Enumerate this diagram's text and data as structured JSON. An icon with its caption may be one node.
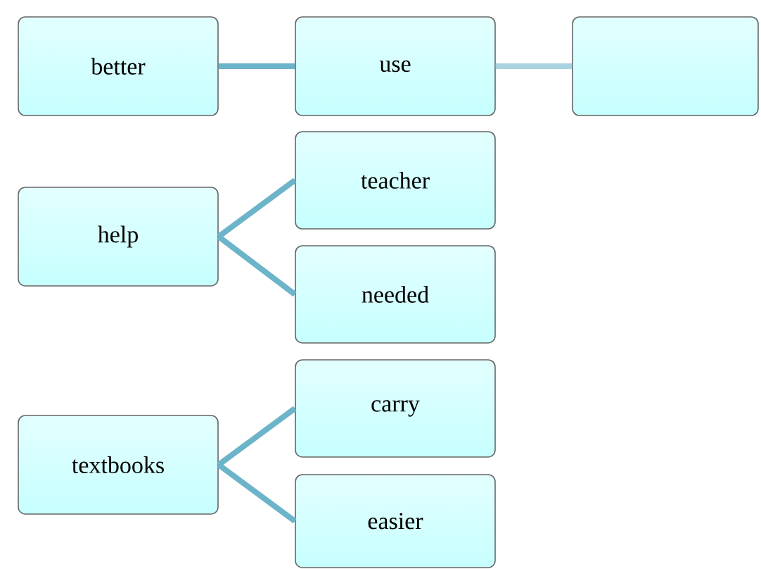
{
  "diagram": {
    "nodes": [
      {
        "text": [
          "better"
        ]
      },
      {
        "text": [
          "use"
        ]
      },
      {
        "text": [],
        "shape": "box"
      },
      {
        "text": [
          "help"
        ]
      },
      {
        "text": [
          "teacher"
        ]
      },
      {
        "text": [
          "needed"
        ]
      },
      {
        "text": [
          "textbooks"
        ]
      },
      {
        "text": [
          "carry"
        ]
      },
      {
        "text": [
          "easier"
        ]
      }
    ],
    "edges": [
      {
        "from": 0,
        "to": 1,
        "arrow": "none"
      },
      {
        "from": 1,
        "to": 2,
        "arrow": "none",
        "color": "#a9d3e0"
      },
      {
        "from": 3,
        "to": 4,
        "arrow": "none"
      },
      {
        "from": 3,
        "to": 5,
        "arrow": "none"
      },
      {
        "from": 6,
        "to": 7,
        "arrow": "none"
      },
      {
        "from": 6,
        "to": 8,
        "arrow": "none"
      }
    ]
  }
}
